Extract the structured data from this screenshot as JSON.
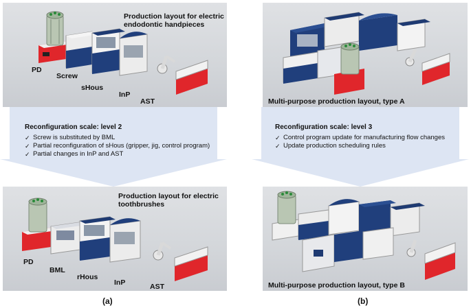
{
  "panel_a_top": {
    "caption": "Production layout for electric endodontic handpieces",
    "labels": [
      "PD",
      "Screw",
      "sHous",
      "InP",
      "AST"
    ]
  },
  "arrow_a": {
    "header": "Reconfiguration scale: level 2",
    "items": [
      "Screw is substituted by BML",
      "Partial reconfiguration of sHous (gripper, jig, control program)",
      "Partial changes in InP and AST"
    ]
  },
  "panel_a_bottom": {
    "caption": "Production layout for electric toothbrushes",
    "labels": [
      "PD",
      "BML",
      "rHous",
      "InP",
      "AST"
    ]
  },
  "panel_b_top": {
    "caption": "Multi-purpose production layout, type A"
  },
  "arrow_b": {
    "header": "Reconfiguration scale: level 3",
    "items": [
      "Control program update for manufacturing flow changes",
      "Update production scheduling rules"
    ]
  },
  "panel_b_bottom": {
    "caption": "Multi-purpose production layout, type B"
  },
  "sublabels": {
    "a": "(a)",
    "b": "(b)"
  },
  "colors": {
    "arrow_fill": "#dde5f3",
    "machine_blue": "#1f3f7a",
    "accent_red": "#e0262b",
    "panel_bg": "#d6d8dc"
  },
  "icons": {
    "check": "✓"
  }
}
